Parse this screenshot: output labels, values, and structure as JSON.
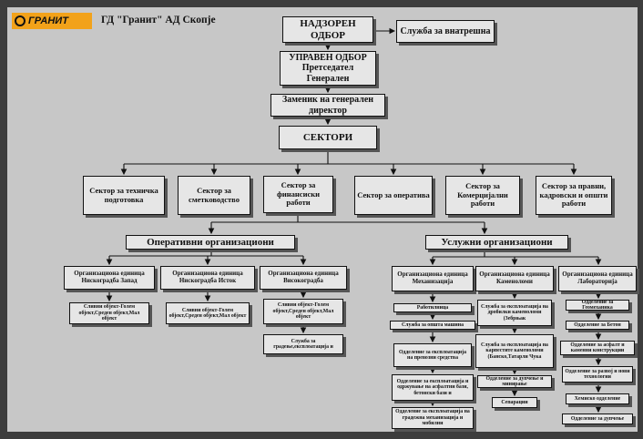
{
  "header": {
    "logo_text": "ГРАНИТ",
    "company": "ГД  \"Гранит\" АД Скопје"
  },
  "top": {
    "supervisory": "НАДЗОРЕН ОДБОР",
    "internal": "Служба за внатрешна",
    "management": "УПРАВЕН ОДБОР Претседател Генерален",
    "deputy": "Заменик на генерален директор",
    "sectors": "СЕКТОРИ"
  },
  "sectors": [
    "Сектор за техничка подготовка",
    "Сектор за сметководство",
    "Сектор за финансиски работи",
    "Сектор за оперативa",
    "Сектор за Комерцијални работи",
    "Сектор за правни, кадровски и општи работи"
  ],
  "groups": {
    "operative": "Оперативни организациони",
    "service": "Услужни организациони"
  },
  "operative_units": [
    {
      "title": "Организациона единица Нискоградба Запад",
      "items": [
        "Сливни објект-Голем објект,Среден објект,Мал објект"
      ]
    },
    {
      "title": "Организациона единица Нискоградба Исток",
      "items": [
        "Сливни објект-Голем објект,Среден објект,Мал објект"
      ]
    },
    {
      "title": "Организациона единица Високоградба",
      "items": [
        "Сливни објект-Голем објект,Среден објект,Мал објект",
        "Служба за градење,експлоатација и"
      ]
    }
  ],
  "service_units": [
    {
      "title": "Организациона единица Механизација",
      "items": [
        "Работилница",
        "Служба за општа машина",
        "Одделение за експлоатација на превозни средства",
        "Одделение за експлоатација и одржување на асфалтни бази, бетонски бази и",
        "Одделение за експлоатација на градежна механизација и мобилни"
      ]
    },
    {
      "title": "Организациона единица Каменоломи",
      "items": [
        "Служба за експлоатација на дробилки каменоломи (Зебрњак",
        "Служба за експлоатација на карпестите каменоломи (Банско,Татарли Чука",
        "Одделение за дупчење и минирање",
        "Сепарации"
      ]
    },
    {
      "title": "Организациона единица Лабораторија",
      "items": [
        "Одделение за Геомеханика",
        "Одделение за Бетон",
        "Одделение за асфалт и каменни конструкции",
        "Одделение за развој и нови технологии",
        "Хемиско одделение",
        "Одделение за дупчење"
      ]
    }
  ]
}
